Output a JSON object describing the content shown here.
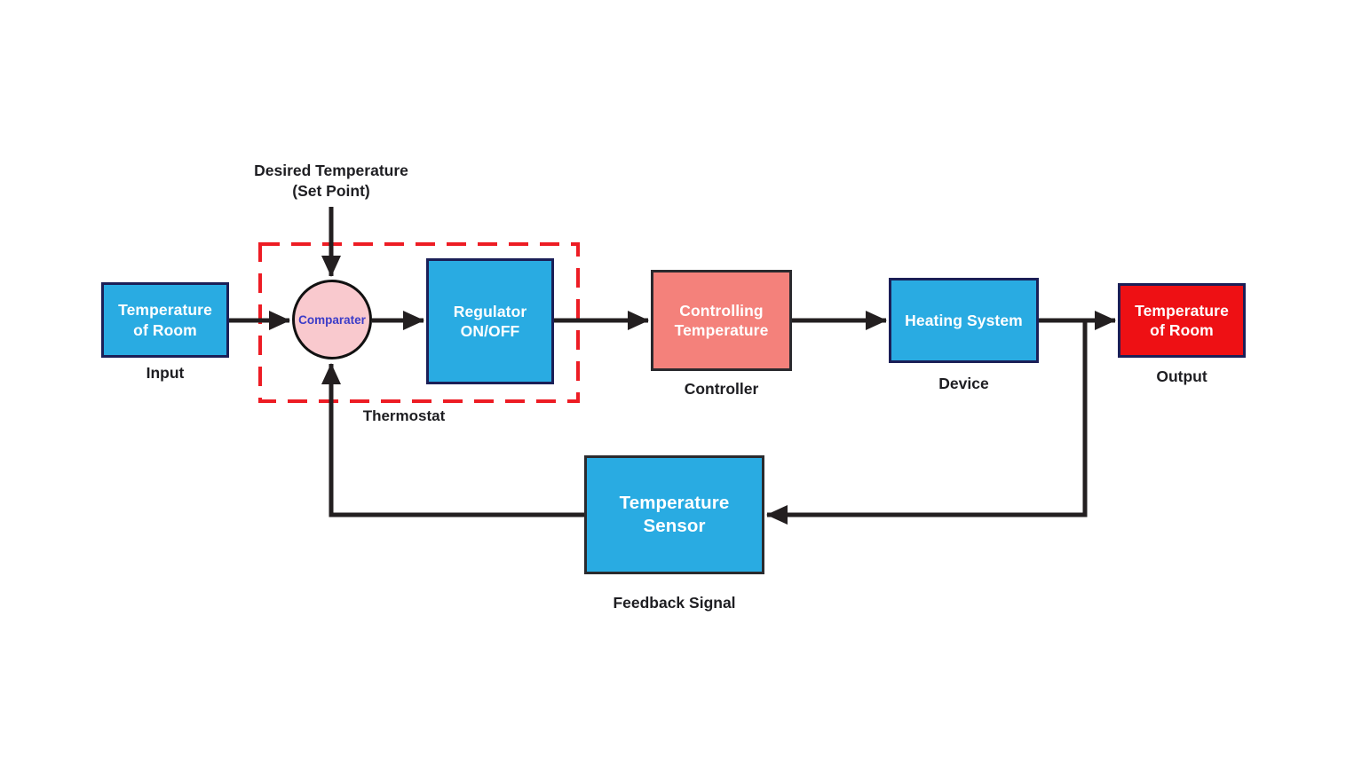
{
  "diagram": {
    "title_implicit": "Thermostat feedback control system block diagram",
    "set_point": {
      "label": "Desired Temperature\n(Set Point)"
    },
    "input_box": {
      "label": "Temperature\nof Room",
      "caption": "Input"
    },
    "comparator": {
      "label": "Comparater"
    },
    "thermostat_group": {
      "label": "Thermostat"
    },
    "regulator_box": {
      "label": "Regulator\nON/OFF"
    },
    "controller_box": {
      "label": "Controlling\nTemperature",
      "caption": "Controller"
    },
    "device_box": {
      "label": "Heating System",
      "caption": "Device"
    },
    "output_box": {
      "label": "Temperature\nof Room",
      "caption": "Output"
    },
    "sensor_box": {
      "label": "Temperature\nSensor",
      "caption": "Feedback Signal"
    }
  },
  "colors": {
    "box_blue": "#29ABE2",
    "box_salmon": "#F4817B",
    "box_red": "#EE1014",
    "circle_pink": "#F9C9CE",
    "dashed_boundary_red": "#ED1C24",
    "connector_black": "#231F20",
    "comparator_text_blue": "#3C3CC8",
    "caption_text_dark": "#1E1E22",
    "box_border_navy": "#1B1F57",
    "box_border_dark": "#2A2A2E"
  }
}
